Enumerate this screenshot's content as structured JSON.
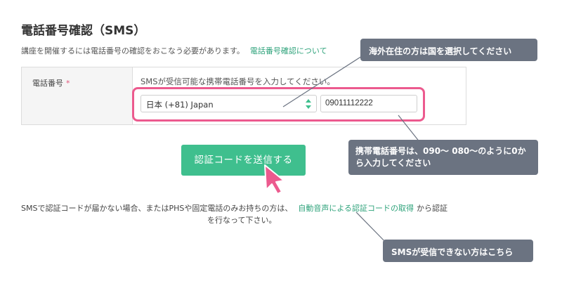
{
  "page": {
    "title": "電話番号確認（SMS）",
    "description": "講座を開催するには電話番号の確認をおこなう必要があります。",
    "description_link": "電話番号確認について"
  },
  "form": {
    "phone_label": "電話番号",
    "required_mark": "*",
    "hint": "SMSが受信可能な携帯電話番号を入力してください。",
    "country_select_value": "日本 (+81) Japan",
    "phone_value": "09011112222",
    "send_button_label": "認証コードを送信する"
  },
  "footer": {
    "text_before": "SMSで認証コードが届かない場合、またはPHSや固定電話のみお持ちの方は、",
    "link": "自動音声による認証コードの取得",
    "text_after_1": "から認証",
    "text_after_2": "を行なって下さい。"
  },
  "callouts": {
    "country": "海外在住の方は国を選択してください",
    "phone": "携帯電話番号は、090〜 080〜のように0から入力してください",
    "no_sms": "SMSが受信できない方はこちら"
  },
  "colors": {
    "accent_green": "#3fbf8e",
    "link_green": "#2fa37b",
    "highlight_pink": "#ec5a8e",
    "callout_gray": "#6b7381"
  },
  "icons": [
    "select-arrows-icon",
    "pointer-cursor-icon"
  ]
}
